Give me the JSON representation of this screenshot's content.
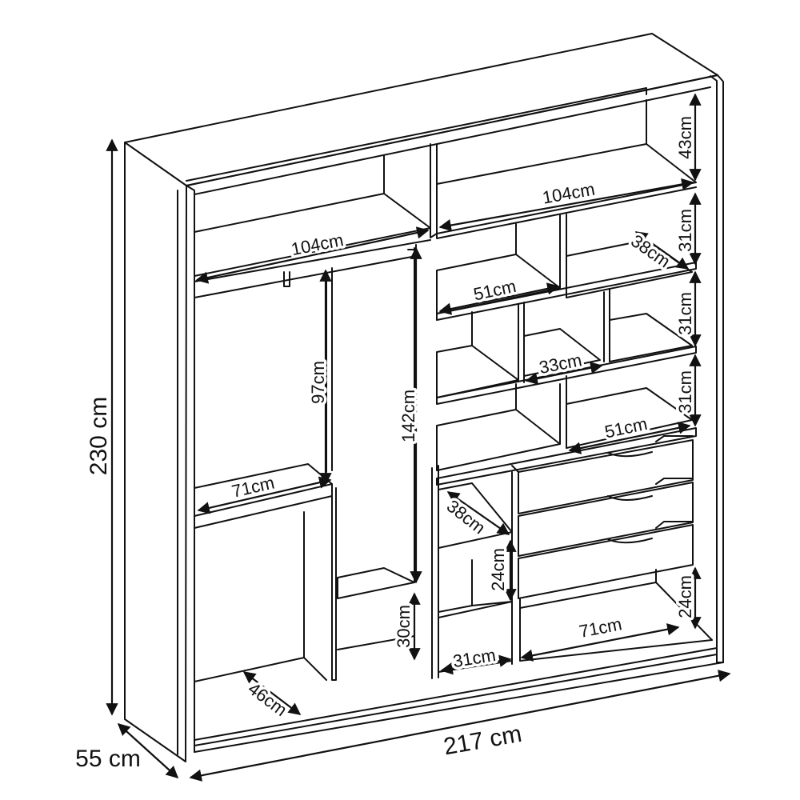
{
  "dimensions": {
    "height": "230 cm",
    "width": "217 cm",
    "depth": "55 cm",
    "top_left_width": "104cm",
    "top_right_width": "104cm",
    "top_right_height": "43cm",
    "rail_height": "97cm",
    "long_rail_height": "142cm",
    "short_rail_width": "71cm",
    "bottom_depth": "46cm",
    "lower_shelf_height": "30cm",
    "mid_shelf_width": "51cm",
    "upper_right_depth": "38cm",
    "row_height_a": "31cm",
    "cube_width": "33cm",
    "row_height_b": "31cm",
    "row_height_c": "31cm",
    "lower_mid_width": "51cm",
    "small_shelf_depth": "38cm",
    "small_cell_height": "24cm",
    "small_cell_width": "31cm",
    "bottom_right_width": "71cm",
    "bottom_right_height": "24cm"
  },
  "colors": {
    "line": "#111111",
    "background": "#ffffff"
  }
}
